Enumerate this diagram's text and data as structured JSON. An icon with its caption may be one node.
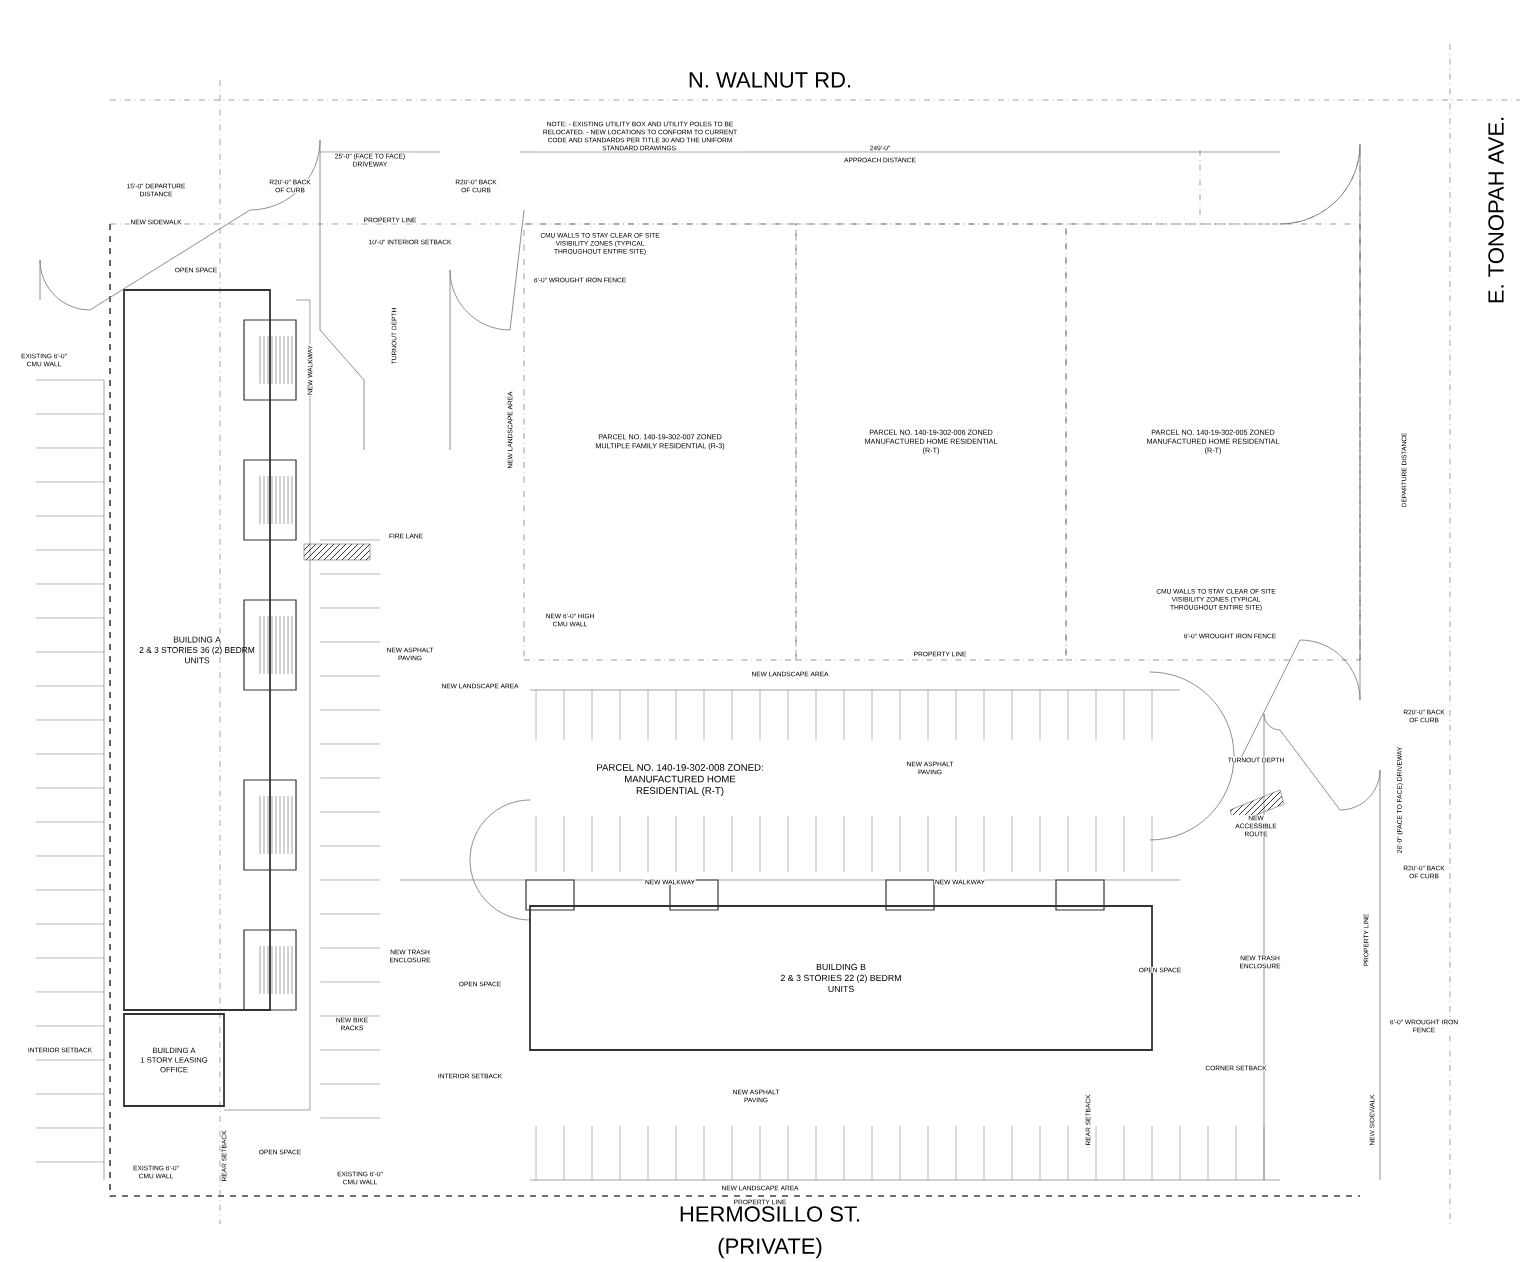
{
  "diagram": {
    "nodes": [
      {
        "text": [
          "BUILDING A",
          "2 & 3 STORIES 36 (2) BEDRM UNITS"
        ]
      },
      {
        "text": [
          "BUILDING A",
          "1 STORY LEASING OFFICE"
        ]
      },
      {
        "text": [
          "PARCEL NO. 140-19-302-007 ZONED MULTIPLE FAMILY RESIDENTIAL (R-3)"
        ]
      },
      {
        "text": [
          "PARCEL NO. 140-19-302-006 ZONED MANUFACTURED HOME RESIDENTIAL (R-T)"
        ]
      },
      {
        "text": [
          "PARCEL NO. 140-19-302-005 ZONED MANUFACTURED HOME RESIDENTIAL (R-T)"
        ]
      },
      {
        "text": [
          "BUILDING B",
          "2 & 3 STORIES 22 (2) BEDRM UNITS"
        ]
      }
    ],
    "labels": [
      "N. WALNUT RD.",
      "HERMOSILLO ST.",
      "(PRIVATE)",
      "E. TONOPAH AVE.",
      "NOTE: - EXISTING UTILITY BOX AND UTILITY POLES TO BE RELOCATED. - NEW LOCATIONS TO CONFORM TO CURRENT CODE AND STANDARDS PER TITLE 30 AND THE UNIFORM STANDARD DRAWINGS.",
      "249'-0\"",
      "APPROACH DISTANCE",
      "25'-0\" (FACE TO FACE) DRIVEWAY",
      "15'-0\" DEPARTURE DISTANCE",
      "R20'-0\" BACK OF CURB",
      "R20'-0\" BACK OF CURB",
      "NEW SIDEWALK",
      "PROPERTY LINE",
      "10'-0\" INTERIOR SETBACK",
      "OPEN SPACE",
      "CMU WALLS TO STAY CLEAR OF SITE VISIBILITY ZONES (TYPICAL THROUGHOUT ENTIRE SITE)",
      "6'-0\" WROUGHT IRON FENCE",
      "EXISTING 6'-0\" CMU WALL",
      "NEW WALKWAY",
      "FIRE LANE",
      "NEW LANDSCAPE AREA",
      "NEW 6'-0\" HIGH CMU WALL",
      "NEW ASPHALT PAVING",
      "NEW LANDSCAPE AREA",
      "PROPERTY LINE",
      "NEW LANDSCAPE AREA",
      "PARCEL NO. 140-19-302-008 ZONED: MANUFACTURED HOME RESIDENTIAL (R-T)",
      "NEW ASPHALT PAVING",
      "NEW WALKWAY",
      "NEW WALKWAY",
      "NEW TRASH ENCLOSURE",
      "OPEN SPACE",
      "OPEN SPACE",
      "NEW TRASH ENCLOSURE",
      "NEW ACCESSIBLE ROUTE",
      "INTERIOR SETBACK",
      "NEW BIKE RACKS",
      "NEW ASPHALT PAVING",
      "CORNER SETBACK",
      "6'-0\" WROUGHT IRON FENCE",
      "OPEN SPACE",
      "EXISTING 6'-0\" CMU WALL",
      "EXISTING 6'-0\" CMU WALL",
      "NEW LANDSCAPE AREA",
      "PROPERTY LINE",
      "R20'-0\" BACK OF CURB",
      "R20'-0\" BACK OF CURB",
      "26'-0\" (FACE TO FACE) DRIVEWAY",
      "NEW SIDEWALK",
      "PROPERTY LINE",
      "INTERIOR SETBACK",
      "REAR SETBACK",
      "REAR SETBACK",
      "CMU WALLS TO STAY CLEAR OF SITE VISIBILITY ZONES (TYPICAL THROUGHOUT ENTIRE SITE)",
      "6'-0\" WROUGHT IRON FENCE",
      "DEPARTURE DISTANCE",
      "TURNOUT DEPTH",
      "TURNOUT DEPTH"
    ]
  }
}
